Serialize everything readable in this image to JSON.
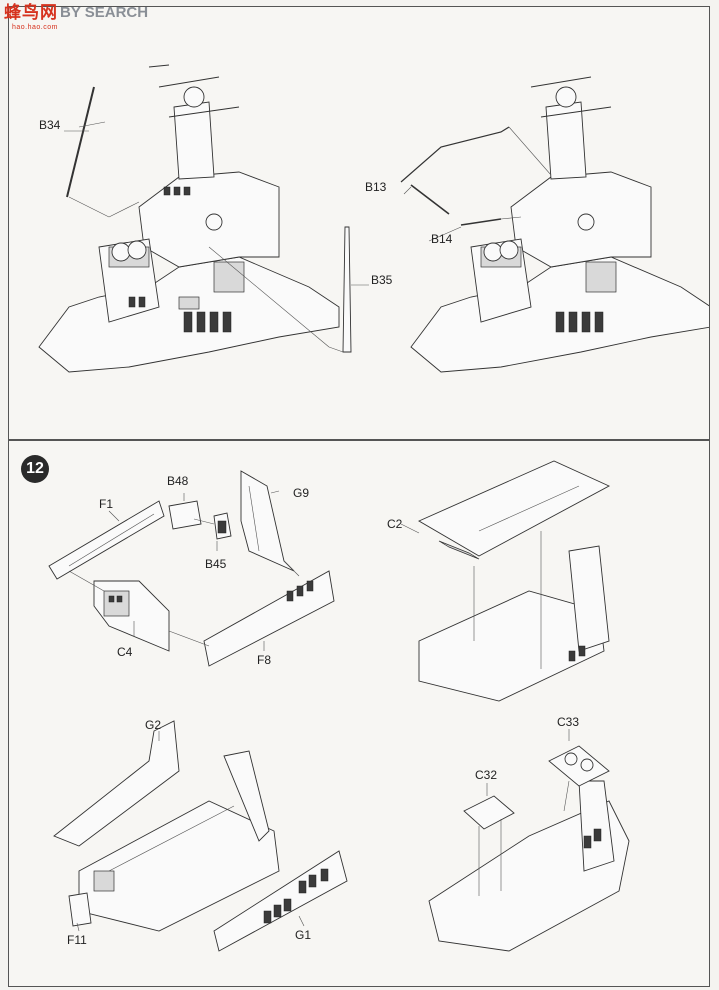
{
  "watermark": {
    "cn": "蜂鸟网",
    "en": "BY SEARCH",
    "url": "hao.hao.com"
  },
  "step": {
    "number": "12"
  },
  "labels": {
    "B34": "B34",
    "B35": "B35",
    "B13": "B13",
    "B14": "B14",
    "B48": "B48",
    "F1": "F1",
    "G9": "G9",
    "B45": "B45",
    "C4": "C4",
    "F8": "F8",
    "C2": "C2",
    "G2": "G2",
    "C33": "C33",
    "C32": "C32",
    "F11": "F11",
    "G1": "G1"
  }
}
